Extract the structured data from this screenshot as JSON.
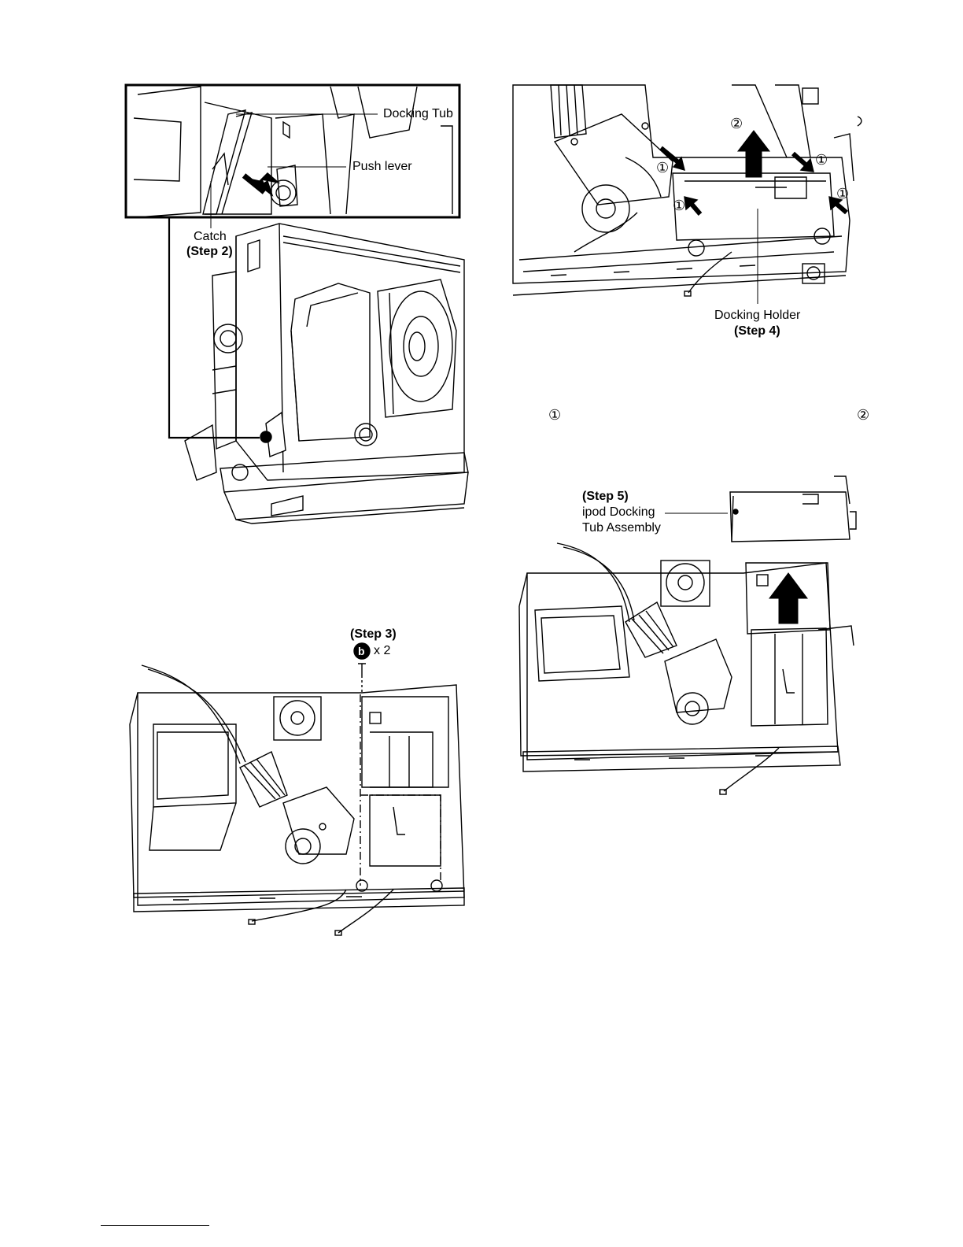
{
  "fig1": {
    "docking_tub": "Docking Tub",
    "push_lever": "Push lever",
    "catch": "Catch",
    "step": "(Step 2)"
  },
  "fig2": {
    "step": "(Step 3)",
    "screw_symbol": "b",
    "screw_count": "x 2"
  },
  "fig3": {
    "marker_1": "①",
    "marker_2": "②",
    "docking_holder": "Docking Holder",
    "step": "(Step 4)"
  },
  "instruction": {
    "marker_1": "①",
    "marker_2": "②"
  },
  "fig4": {
    "step": "(Step 5)",
    "line1": "ipod Docking",
    "line2": "Tub Assembly"
  }
}
